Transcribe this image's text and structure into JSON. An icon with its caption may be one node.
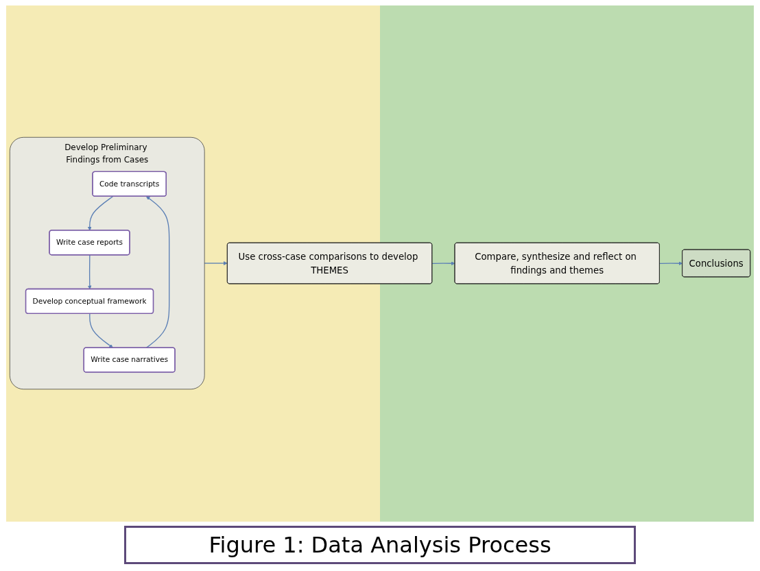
{
  "diagram": {
    "caption": "Figure 1: Data Analysis Process",
    "nodes": [
      {
        "text": [
          "Develop Preliminary Findings from Cases"
        ]
      },
      {
        "text": [
          "Code transcripts"
        ],
        "in": 0
      },
      {
        "text": [
          "Write case reports"
        ],
        "in": 0
      },
      {
        "text": [
          "Develop conceptual framework"
        ],
        "in": 0
      },
      {
        "text": [
          "Write case narratives"
        ],
        "in": 0
      },
      {
        "text": [
          "Use cross-case comparisons to develop THEMES"
        ]
      },
      {
        "text": [
          "Compare, synthesize and reflect on findings and themes"
        ]
      },
      {
        "text": [
          "Conclusions"
        ]
      }
    ],
    "edges": [
      {
        "from": 1,
        "to": 2,
        "arrow": "to"
      },
      {
        "from": 2,
        "to": 3,
        "arrow": "to"
      },
      {
        "from": 3,
        "to": 4,
        "arrow": "to"
      },
      {
        "from": 4,
        "to": 1,
        "arrow": "to"
      },
      {
        "from": 0,
        "to": 5,
        "arrow": "to"
      },
      {
        "from": 5,
        "to": 6,
        "arrow": "to"
      },
      {
        "from": 6,
        "to": 7,
        "arrow": "to"
      }
    ]
  }
}
